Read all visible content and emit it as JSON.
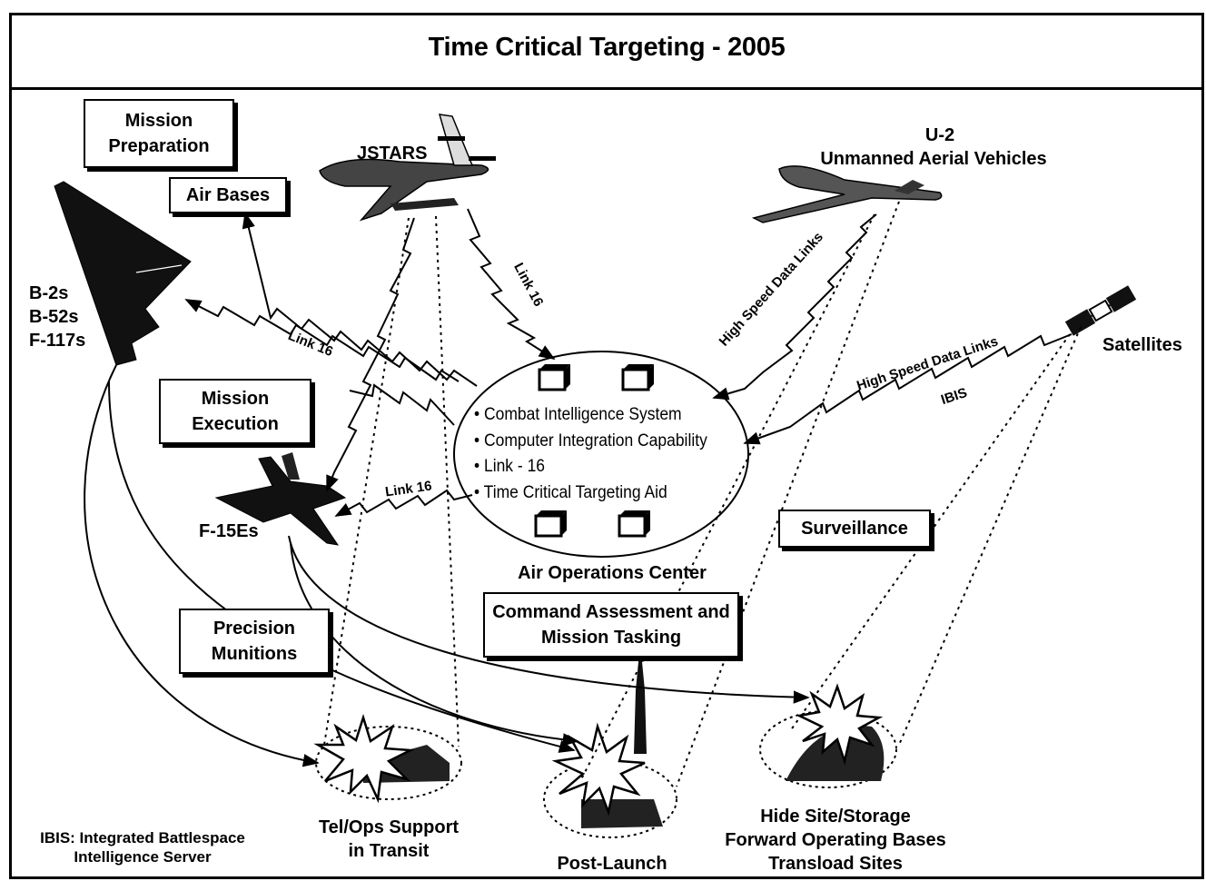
{
  "title": "Time Critical Targeting - 2005",
  "boxes": {
    "mission_preparation": "Mission Preparation",
    "air_bases": "Air Bases",
    "mission_execution": "Mission Execution",
    "precision_munitions": "Precision Munitions",
    "command_assessment": "Command Assessment and Mission Tasking",
    "surveillance": "Surveillance"
  },
  "labels": {
    "jstars": "JSTARS",
    "u2_line1": "U-2",
    "u2_line2": "Unmanned Aerial Vehicles",
    "bombers": [
      "B-2s",
      "B-52s",
      "F-117s"
    ],
    "satellites": "Satellites",
    "f15": "F-15Es",
    "aoc": "Air Operations Center",
    "tel_ops_line1": "Tel/Ops Support",
    "tel_ops_line2": "in Transit",
    "post_launch": "Post-Launch",
    "hide_site_line1": "Hide Site/Storage",
    "hide_site_line2": "Forward Operating Bases",
    "hide_site_line3": "Transload Sites",
    "ibis_line1": "IBIS: Integrated Battlespace",
    "ibis_line2": "Intelligence Server"
  },
  "aoc_items": [
    "Combat Intelligence System",
    "Computer Integration Capability",
    "Link - 16",
    "Time Critical Targeting Aid"
  ],
  "links": {
    "link16_jstars": "Link 16",
    "link16_bombers": "Link 16",
    "link16_f15": "Link 16",
    "hsdl_u2": "High Speed Data Links",
    "hsdl_sat": "High Speed Data Links",
    "ibis": "IBIS"
  },
  "colors": {
    "ink": "#000000",
    "paper": "#ffffff"
  }
}
